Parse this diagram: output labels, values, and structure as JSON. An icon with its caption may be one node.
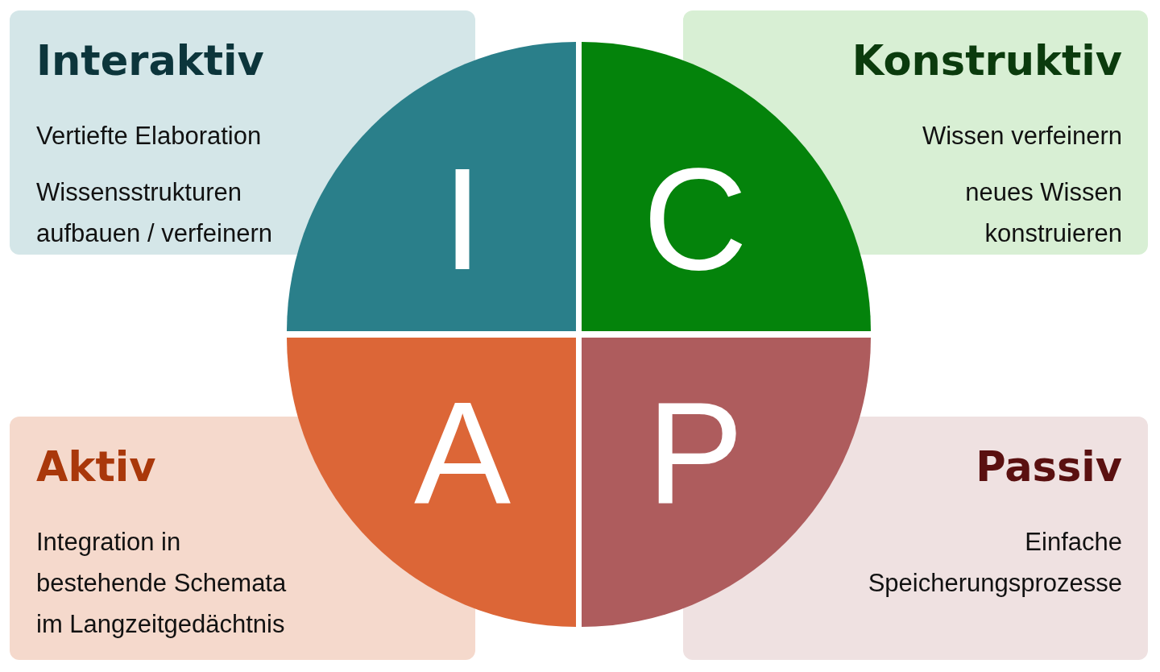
{
  "diagram": {
    "nodes": [
      {
        "text": [
          "Interaktiv",
          "Vertiefte Elaboration",
          "Wissensstrukturen aufbauen / verfeinern"
        ]
      },
      {
        "text": [
          "I"
        ]
      },
      {
        "text": [
          "C"
        ]
      },
      {
        "text": [
          "Konstruktiv",
          "Wissen verfeinern",
          "neues Wissen konstruieren"
        ]
      },
      {
        "text": [
          "Aktiv",
          "Integration in bestehende Schemata im Langzeitgedächtnis"
        ]
      },
      {
        "text": [
          "A"
        ]
      },
      {
        "text": [
          "P"
        ]
      },
      {
        "text": [
          "Passiv",
          "Einfache Speicherungsprozesse"
        ]
      }
    ]
  }
}
